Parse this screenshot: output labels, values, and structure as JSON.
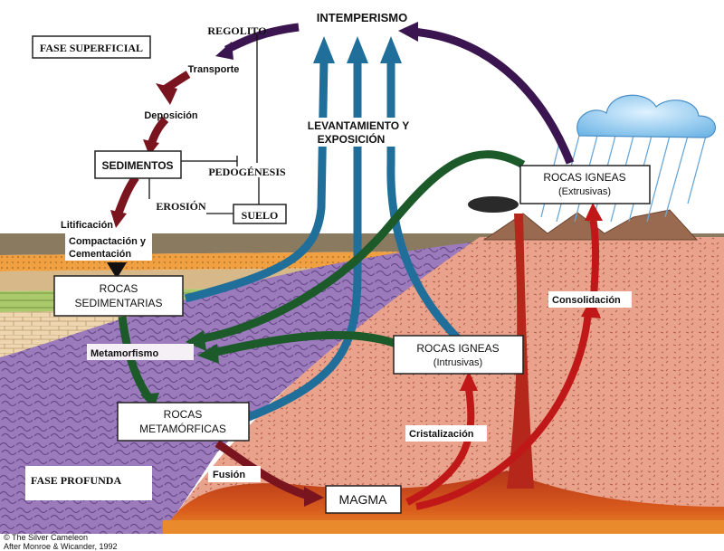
{
  "diagram": {
    "labels": {
      "intemperismo": "INTEMPERISMO",
      "regolito": "REGOLITO",
      "fase_superficial": "FASE SUPERFICIAL",
      "transporte": "Transporte",
      "deposicion": "Deposición",
      "sedimentos": "SEDIMENTOS",
      "pedogenesis": "PEDOGÉNESIS",
      "erosion": "EROSIÓN",
      "suelo": "SUELO",
      "litificacion": "Litificación",
      "compactacion_1": "Compactación y",
      "compactacion_2": "Cementación",
      "levantamiento_1": "LEVANTAMIENTO Y",
      "levantamiento_2": "EXPOSICIÓN",
      "rocas_sed_1": "ROCAS",
      "rocas_sed_2": "SEDIMENTARIAS",
      "metamorfismo": "Metamorfismo",
      "rocas_met_1": "ROCAS",
      "rocas_met_2": "METAMÓRFICAS",
      "rocas_ign_ext_1": "ROCAS IGNEAS",
      "rocas_ign_ext_2": "(Extrusivas)",
      "rocas_ign_int_1": "ROCAS IGNEAS",
      "rocas_ign_int_2": "(Intrusivas)",
      "consolidacion": "Consolidación",
      "cristalizacion": "Cristalización",
      "fusion": "Fusión",
      "magma": "MAGMA",
      "fase_profunda": "FASE PROFUNDA",
      "credit_1": "© The Silver Cameleon",
      "credit_2": "After Monroe & Wicander, 1992"
    },
    "colors": {
      "purple_arrow": "#3b1550",
      "maroon_arrow": "#7a1520",
      "blue_arrow": "#1f6f9a",
      "green_arrow": "#1c5a2a",
      "red_arrow": "#c01818",
      "metamorphic_zone": "#9a7bb8",
      "igneous_zone": "#e7a089",
      "magma": "#c84a1e"
    }
  }
}
